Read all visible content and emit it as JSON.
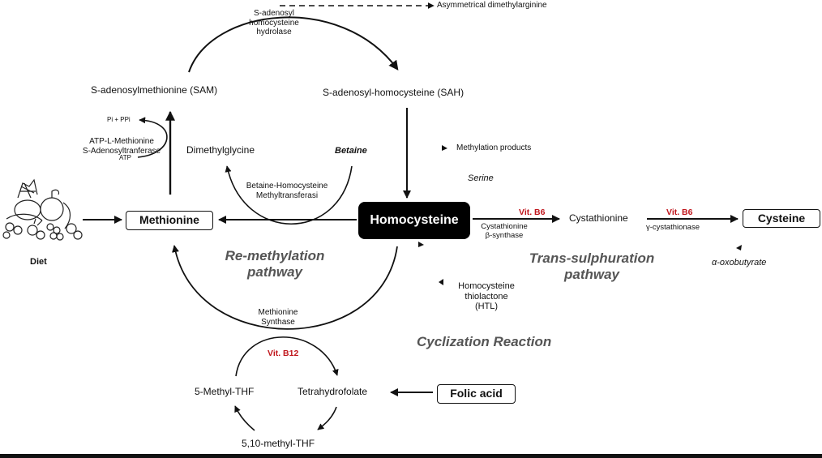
{
  "diagram": {
    "title": "Homocysteine metabolism",
    "colors": {
      "line": "#111111",
      "vitamin_label": "#c0161c",
      "pathway_label": "#555555",
      "homocysteine_box": "#000000"
    },
    "nodes": {
      "sam": "S-adenosylmethionine (SAM)",
      "sah": "S-adenosyl-homocysteine (SAH)",
      "adma": "Asymmetrical dimethylarginine",
      "methionine": "Methionine",
      "homocysteine": "Homocysteine",
      "cystathionine": "Cystathionine",
      "cysteine": "Cysteine",
      "dimethylglycine": "Dimethylglycine",
      "betaine": "Betaine",
      "methylation_products": "Methylation products",
      "serine": "Serine",
      "alpha_oxobutyrate": "α-oxobutyrate",
      "htl_line1": "Homocysteine",
      "htl_line2": "thiolactone",
      "htl_line3": "(HTL)",
      "methyl_thf": "5-Methyl-THF",
      "thf": "Tetrahydrofolate",
      "methylene_thf": "5,10-methyl-THF",
      "folic_acid": "Folic acid",
      "diet": "Diet",
      "pi_ppi": "Pi + PPi",
      "atp": "ATP"
    },
    "enzymes": {
      "sah_hydrolase_1": "S-adenosyl",
      "sah_hydrolase_2": "homocysteine",
      "sah_hydrolase_3": "hydrolase",
      "mat_1": "ATP-L-Methionine",
      "mat_2": "S-Adenosyltranferase",
      "bhmt_1": "Betaine-Homocysteine",
      "bhmt_2": "Methyltransferasi",
      "cbs_1": "Cystathionine",
      "cbs_2": "β-synthase",
      "cgl": "γ-cystathionase",
      "ms_1": "Methionine",
      "ms_2": "Synthase"
    },
    "cofactors": {
      "b6_cbs": "Vit. B6",
      "b6_cgl": "Vit. B6",
      "b12": "Vit. B12"
    },
    "pathways": {
      "remethylation_1": "Re-methylation",
      "remethylation_2": "pathway",
      "transsulphuration_1": "Trans-sulphuration",
      "transsulphuration_2": "pathway",
      "cyclization": "Cyclization Reaction"
    }
  }
}
